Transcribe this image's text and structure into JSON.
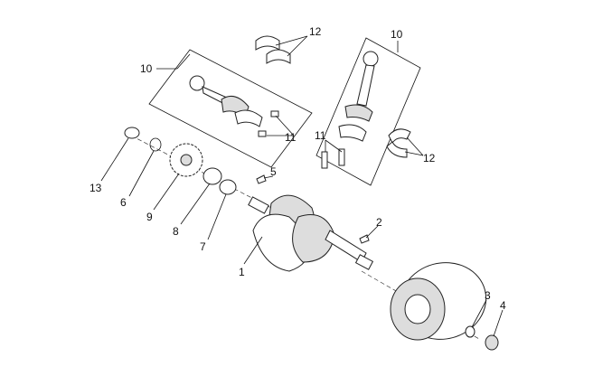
{
  "diagram": {
    "type": "exploded parts diagram",
    "callouts": [
      {
        "id": "c12a",
        "label": "12"
      },
      {
        "id": "c10a",
        "label": "10"
      },
      {
        "id": "c10b",
        "label": "10"
      },
      {
        "id": "c11a",
        "label": "11"
      },
      {
        "id": "c11b",
        "label": "11"
      },
      {
        "id": "c12b",
        "label": "12"
      },
      {
        "id": "c13",
        "label": "13"
      },
      {
        "id": "c6",
        "label": "6"
      },
      {
        "id": "c9",
        "label": "9"
      },
      {
        "id": "c8",
        "label": "8"
      },
      {
        "id": "c7",
        "label": "7"
      },
      {
        "id": "c5",
        "label": "5"
      },
      {
        "id": "c2",
        "label": "2"
      },
      {
        "id": "c1",
        "label": "1"
      },
      {
        "id": "c3",
        "label": "3"
      },
      {
        "id": "c4",
        "label": "4"
      }
    ]
  }
}
